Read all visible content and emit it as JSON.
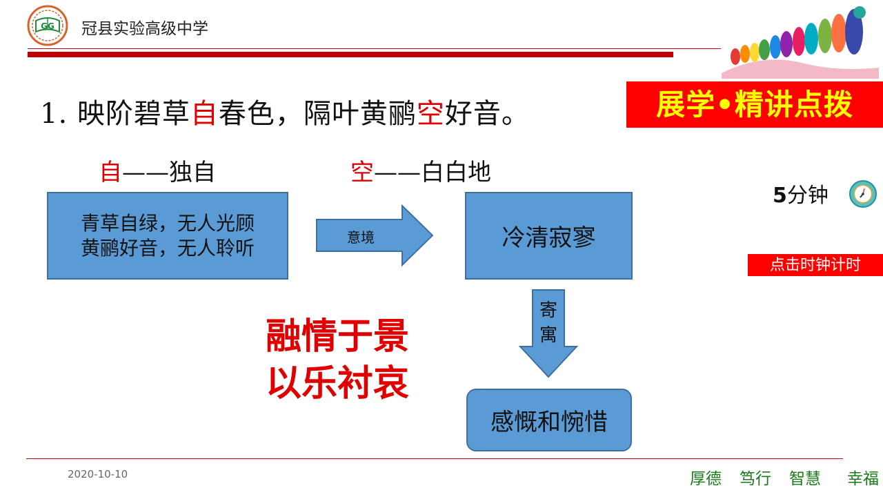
{
  "header": {
    "school_name": "冠县实验高级中学",
    "logo_text": "GG"
  },
  "title": {
    "prefix": "1. 映阶碧草",
    "hl1": "自",
    "middle": "春色，隔叶黄鹂",
    "hl2": "空",
    "suffix": "好音。"
  },
  "badge": {
    "label": "展学•精讲点拨"
  },
  "glosses": [
    {
      "key": "自",
      "rest": "——独自"
    },
    {
      "key": "空",
      "rest": "——白白地"
    }
  ],
  "timer": {
    "minutes": "5",
    "unit": "分钟",
    "button_label": "点击时钟计时",
    "icon": "clock-icon"
  },
  "diagram": {
    "box_a": {
      "line1": "青草自绿，无人光顾",
      "line2": "黄鹂好音，无人聆听"
    },
    "arrow_right_label": "意境",
    "box_b": "冷清寂寥",
    "arrow_down_label": {
      "line1": "寄",
      "line2": "寓"
    },
    "box_c": "感慨和惋惜"
  },
  "summary": {
    "line1": "融情于景",
    "line2": "以乐衬哀"
  },
  "footer": {
    "date": "2020-10-10",
    "motto": [
      "厚德",
      "笃行",
      "智慧",
      "幸福"
    ]
  },
  "colors": {
    "accent_red": "#ff0000",
    "highlight_red": "#e00000",
    "badge_text": "#ffff00",
    "box_fill": "#5b9bd5",
    "motto_green": "#1a7a1a"
  }
}
